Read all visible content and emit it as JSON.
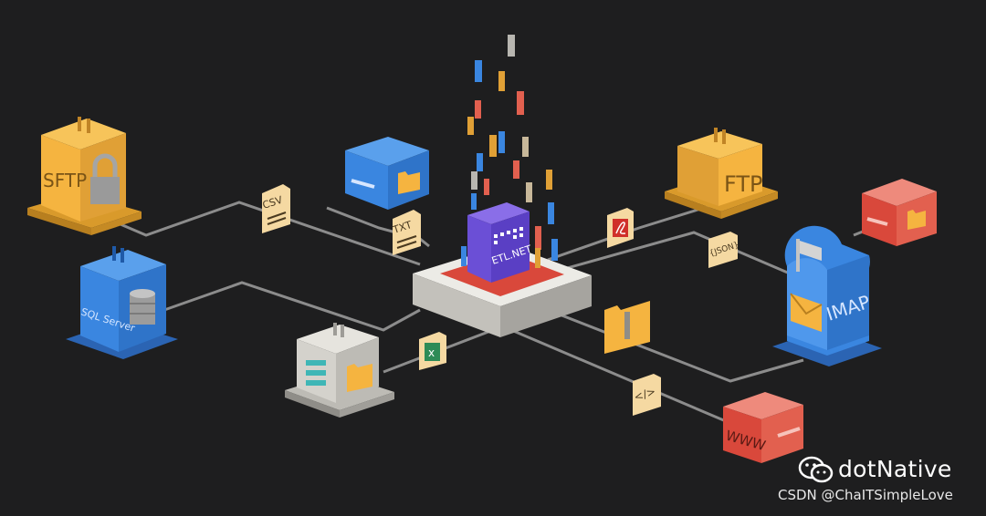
{
  "nodes": {
    "sftp": {
      "label": "SFTP"
    },
    "ftp": {
      "label": "FTP"
    },
    "sqlserver": {
      "label": "SQL Server"
    },
    "imap": {
      "label": "IMAP"
    },
    "www": {
      "label": "WWW"
    },
    "etl": {
      "label": "ETL.NET"
    }
  },
  "file_badges": {
    "csv": "CSV",
    "txt": "TXT",
    "json": "{JSON}",
    "code": "</>"
  },
  "watermark": {
    "brand": "dotNative",
    "credit": "CSDN @ChaITSimpleLove"
  },
  "colors": {
    "background": "#1e1e1f",
    "yellow": "#f5b440",
    "blue": "#3a86e0",
    "red": "#e2604f",
    "purple": "#6b4fd6",
    "grey": "#d4d2cc",
    "connector": "#8c8c8c"
  },
  "icons": [
    "lock-icon",
    "folder-icon",
    "database-icon",
    "mailbox-icon",
    "envelope-icon",
    "pdf-icon",
    "excel-icon",
    "zip-folder-icon",
    "wechat-icon"
  ]
}
